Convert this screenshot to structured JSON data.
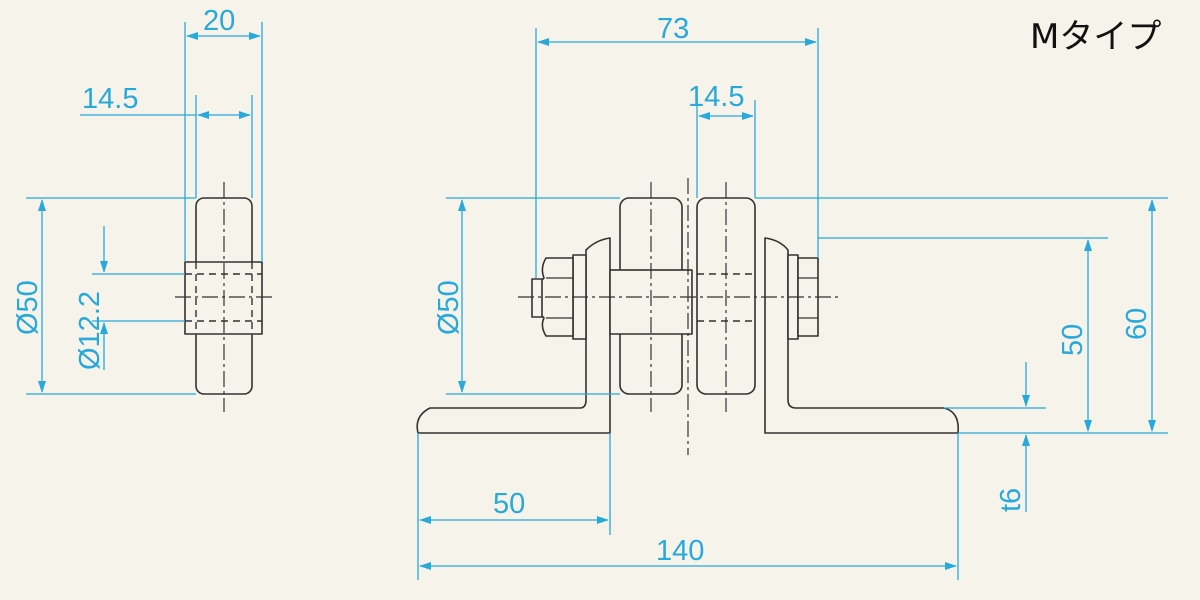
{
  "title": "Mタイプ",
  "colors": {
    "background": "#f6f3ea",
    "dimension": "#27a9dc",
    "outline": "#333333"
  },
  "side_view": {
    "width": "20",
    "inner_width": "14.5",
    "wheel_diameter": "Ø50",
    "axle_diameter": "Ø12.2"
  },
  "front_view": {
    "bolt_span": "73",
    "wheel_width": "14.5",
    "wheel_diameter": "Ø50",
    "axle_height": "50",
    "bracket_height": "60",
    "plate_thickness": "t6",
    "half_base": "50",
    "base_length": "140"
  }
}
